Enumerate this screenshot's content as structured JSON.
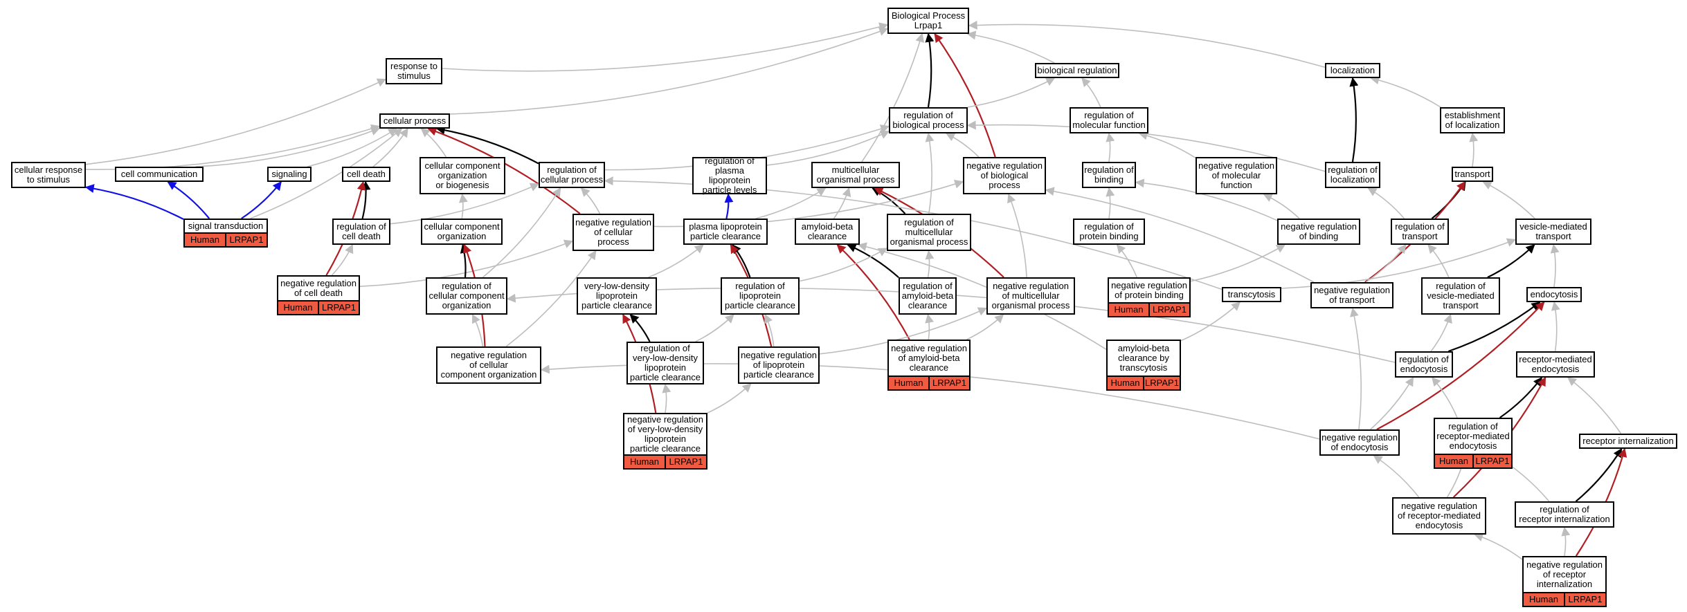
{
  "colors": {
    "is_a": "#bdbdbd",
    "part_of": "#000000",
    "negatively_regulates": "#b01e23",
    "positively_regulates": "#1010e6",
    "annotation_fill": "#f05a40"
  },
  "nodes": {
    "bp": "Biological Process\nLrpap1",
    "resp_stim": "response to\nstimulus",
    "bio_reg": "biological regulation",
    "localization": "localization",
    "cell_proc": "cellular process",
    "reg_bio_proc": "regulation of\nbiological process",
    "reg_mol_func": "regulation of\nmolecular function",
    "est_loc": "establishment\nof localization",
    "cell_resp": "cellular response\nto stimulus",
    "cell_comm": "cell communication",
    "signaling": "signaling",
    "cell_death": "cell death",
    "ccob": "cellular component\norganization\nor biogenesis",
    "reg_cell_proc": "regulation of\ncellular process",
    "reg_plasma_lev": "regulation of\nplasma lipoprotein\nparticle levels",
    "multi_org": "multicellular\norganismal process",
    "neg_reg_bio": "negative regulation\nof biological\nprocess",
    "reg_binding": "regulation of\nbinding",
    "neg_reg_mol": "negative regulation\nof molecular\nfunction",
    "reg_loc": "regulation of\nlocalization",
    "transport": "transport",
    "signal_trans": "signal transduction",
    "reg_cell_death": "regulation of\ncell death",
    "cco": "cellular component\norganization",
    "neg_reg_cell_proc": "negative regulation\nof cellular\nprocess",
    "plasma_clear": "plasma lipoprotein\nparticle clearance",
    "amyloid_clear": "amyloid-beta\nclearance",
    "reg_multi_org": "regulation of\nmulticellular\norganismal process",
    "reg_prot_bind": "regulation of\nprotein binding",
    "neg_reg_binding": "negative regulation\nof binding",
    "reg_transport": "regulation of\ntransport",
    "vesicle_transport": "vesicle-mediated\ntransport",
    "neg_reg_cell_death": "negative regulation\nof cell death",
    "reg_cco": "regulation of\ncellular component\norganization",
    "vldl_clear": "very-low-density\nlipoprotein\nparticle clearance",
    "reg_lipo_clear": "regulation of\nlipoprotein\nparticle clearance",
    "reg_amyloid": "regulation of\namyloid-beta\nclearance",
    "neg_reg_multi": "negative regulation\nof multicellular\norganismal process",
    "neg_reg_prot_bind": "negative regulation\nof protein binding",
    "transcytosis": "transcytosis",
    "neg_reg_transport": "negative regulation\nof transport",
    "reg_vesicle": "regulation of\nvesicle-mediated\ntransport",
    "endocytosis": "endocytosis",
    "neg_reg_cco": "negative regulation\nof cellular\ncomponent organization",
    "reg_vldl": "regulation of\nvery-low-density\nlipoprotein\nparticle clearance",
    "neg_reg_lipo": "negative regulation\nof lipoprotein\nparticle clearance",
    "neg_reg_amyloid": "negative regulation\nof amyloid-beta\nclearance",
    "amyloid_transcyt": "amyloid-beta\nclearance by\ntranscytosis",
    "reg_endocytosis": "regulation of\nendocytosis",
    "rme": "receptor-mediated\nendocytosis",
    "neg_reg_vldl": "negative regulation\nof very-low-density\nlipoprotein\nparticle clearance",
    "neg_reg_endo": "negative regulation\nof endocytosis",
    "reg_rme": "regulation of\nreceptor-mediated\nendocytosis",
    "receptor_intern": "receptor internalization",
    "neg_reg_rme": "negative regulation\nof receptor-mediated\nendocytosis",
    "reg_receptor_intern": "regulation of\nreceptor internalization",
    "neg_reg_receptor_intern": "negative regulation\nof receptor\ninternalization"
  },
  "annotations": {
    "organism": "Human",
    "gene": "LRPAP1",
    "annotated_nodes": [
      "signal_trans",
      "neg_reg_cell_death",
      "neg_reg_prot_bind",
      "neg_reg_amyloid",
      "amyloid_transcyt",
      "neg_reg_vldl",
      "reg_rme",
      "neg_reg_receptor_intern"
    ]
  },
  "edges": [
    [
      "resp_stim",
      "bp",
      "is_a"
    ],
    [
      "cell_proc",
      "bp",
      "is_a"
    ],
    [
      "bio_reg",
      "bp",
      "is_a"
    ],
    [
      "localization",
      "bp",
      "is_a"
    ],
    [
      "multi_org",
      "bp",
      "is_a"
    ],
    [
      "reg_bio_proc",
      "bp",
      "part_of"
    ],
    [
      "neg_reg_bio",
      "bp",
      "negatively_regulates"
    ],
    [
      "reg_bio_proc",
      "bio_reg",
      "is_a"
    ],
    [
      "reg_mol_func",
      "bio_reg",
      "is_a"
    ],
    [
      "est_loc",
      "localization",
      "is_a"
    ],
    [
      "reg_loc",
      "localization",
      "part_of"
    ],
    [
      "cell_resp",
      "resp_stim",
      "is_a"
    ],
    [
      "cell_resp",
      "cell_proc",
      "is_a"
    ],
    [
      "cell_comm",
      "cell_proc",
      "is_a"
    ],
    [
      "signaling",
      "cell_proc",
      "is_a"
    ],
    [
      "cell_death",
      "cell_proc",
      "is_a"
    ],
    [
      "ccob",
      "cell_proc",
      "is_a"
    ],
    [
      "reg_cell_proc",
      "cell_proc",
      "part_of"
    ],
    [
      "neg_reg_cell_proc",
      "cell_proc",
      "negatively_regulates"
    ],
    [
      "reg_cell_proc",
      "reg_bio_proc",
      "is_a"
    ],
    [
      "reg_plasma_lev",
      "reg_bio_proc",
      "is_a"
    ],
    [
      "neg_reg_bio",
      "reg_bio_proc",
      "is_a"
    ],
    [
      "reg_loc",
      "reg_bio_proc",
      "is_a"
    ],
    [
      "reg_multi_org",
      "reg_bio_proc",
      "is_a"
    ],
    [
      "signal_trans",
      "cell_proc",
      "is_a"
    ],
    [
      "reg_binding",
      "reg_mol_func",
      "is_a"
    ],
    [
      "neg_reg_mol",
      "reg_mol_func",
      "is_a"
    ],
    [
      "transport",
      "est_loc",
      "is_a"
    ],
    [
      "signal_trans",
      "cell_resp",
      "positively_regulates"
    ],
    [
      "signal_trans",
      "cell_comm",
      "positively_regulates"
    ],
    [
      "signal_trans",
      "signaling",
      "positively_regulates"
    ],
    [
      "reg_cell_death",
      "cell_death",
      "part_of"
    ],
    [
      "neg_reg_cell_death",
      "cell_death",
      "negatively_regulates"
    ],
    [
      "cco",
      "ccob",
      "is_a"
    ],
    [
      "neg_reg_cell_proc",
      "reg_cell_proc",
      "is_a"
    ],
    [
      "reg_cell_death",
      "reg_cell_proc",
      "is_a"
    ],
    [
      "reg_cco",
      "reg_cell_proc",
      "is_a"
    ],
    [
      "plasma_clear",
      "reg_plasma_lev",
      "positively_regulates"
    ],
    [
      "amyloid_clear",
      "multi_org",
      "is_a"
    ],
    [
      "plasma_clear",
      "multi_org",
      "is_a"
    ],
    [
      "reg_multi_org",
      "multi_org",
      "part_of"
    ],
    [
      "neg_reg_multi",
      "multi_org",
      "negatively_regulates"
    ],
    [
      "neg_reg_multi",
      "neg_reg_bio",
      "is_a"
    ],
    [
      "neg_reg_cell_proc",
      "neg_reg_bio",
      "is_a"
    ],
    [
      "reg_prot_bind",
      "reg_binding",
      "is_a"
    ],
    [
      "neg_reg_binding",
      "reg_binding",
      "is_a"
    ],
    [
      "neg_reg_binding",
      "neg_reg_mol",
      "is_a"
    ],
    [
      "reg_transport",
      "reg_loc",
      "is_a"
    ],
    [
      "reg_transport",
      "transport",
      "part_of"
    ],
    [
      "neg_reg_transport",
      "transport",
      "negatively_regulates"
    ],
    [
      "vesicle_transport",
      "transport",
      "is_a"
    ],
    [
      "neg_reg_cell_death",
      "reg_cell_death",
      "is_a"
    ],
    [
      "neg_reg_cell_death",
      "neg_reg_cell_proc",
      "is_a"
    ],
    [
      "reg_cco",
      "cco",
      "part_of"
    ],
    [
      "neg_reg_cco",
      "cco",
      "negatively_regulates"
    ],
    [
      "neg_reg_cco",
      "reg_cco",
      "is_a"
    ],
    [
      "neg_reg_cco",
      "neg_reg_cell_proc",
      "is_a"
    ],
    [
      "vldl_clear",
      "plasma_clear",
      "is_a"
    ],
    [
      "reg_lipo_clear",
      "plasma_clear",
      "part_of"
    ],
    [
      "neg_reg_lipo",
      "plasma_clear",
      "negatively_regulates"
    ],
    [
      "reg_amyloid",
      "amyloid_clear",
      "part_of"
    ],
    [
      "neg_reg_amyloid",
      "amyloid_clear",
      "negatively_regulates"
    ],
    [
      "amyloid_transcyt",
      "amyloid_clear",
      "is_a"
    ],
    [
      "reg_amyloid",
      "reg_multi_org",
      "is_a"
    ],
    [
      "reg_lipo_clear",
      "reg_multi_org",
      "is_a"
    ],
    [
      "neg_reg_amyloid",
      "reg_amyloid",
      "is_a"
    ],
    [
      "neg_reg_amyloid",
      "neg_reg_multi",
      "is_a"
    ],
    [
      "neg_reg_lipo",
      "neg_reg_multi",
      "is_a"
    ],
    [
      "neg_reg_lipo",
      "reg_lipo_clear",
      "is_a"
    ],
    [
      "neg_reg_prot_bind",
      "reg_prot_bind",
      "is_a"
    ],
    [
      "neg_reg_prot_bind",
      "neg_reg_binding",
      "is_a"
    ],
    [
      "transcytosis",
      "vesicle_transport",
      "is_a"
    ],
    [
      "transcytosis",
      "reg_cell_proc",
      "is_a"
    ],
    [
      "amyloid_transcyt",
      "transcytosis",
      "is_a"
    ],
    [
      "neg_reg_transport",
      "reg_transport",
      "is_a"
    ],
    [
      "neg_reg_transport",
      "neg_reg_bio",
      "is_a"
    ],
    [
      "reg_vesicle",
      "reg_transport",
      "is_a"
    ],
    [
      "reg_vesicle",
      "vesicle_transport",
      "part_of"
    ],
    [
      "endocytosis",
      "vesicle_transport",
      "is_a"
    ],
    [
      "reg_vldl",
      "vldl_clear",
      "part_of"
    ],
    [
      "neg_reg_vldl",
      "vldl_clear",
      "negatively_regulates"
    ],
    [
      "neg_reg_vldl",
      "reg_vldl",
      "is_a"
    ],
    [
      "neg_reg_vldl",
      "neg_reg_lipo",
      "is_a"
    ],
    [
      "reg_vldl",
      "reg_lipo_clear",
      "is_a"
    ],
    [
      "reg_endocytosis",
      "reg_vesicle",
      "is_a"
    ],
    [
      "reg_endocytosis",
      "endocytosis",
      "part_of"
    ],
    [
      "reg_endocytosis",
      "reg_cco",
      "is_a"
    ],
    [
      "neg_reg_endo",
      "endocytosis",
      "negatively_regulates"
    ],
    [
      "neg_reg_endo",
      "reg_endocytosis",
      "is_a"
    ],
    [
      "neg_reg_endo",
      "neg_reg_transport",
      "is_a"
    ],
    [
      "neg_reg_endo",
      "neg_reg_cco",
      "is_a"
    ],
    [
      "rme",
      "endocytosis",
      "is_a"
    ],
    [
      "reg_rme",
      "rme",
      "part_of"
    ],
    [
      "reg_rme",
      "reg_endocytosis",
      "is_a"
    ],
    [
      "neg_reg_rme",
      "rme",
      "negatively_regulates"
    ],
    [
      "neg_reg_rme",
      "reg_rme",
      "is_a"
    ],
    [
      "neg_reg_rme",
      "neg_reg_endo",
      "is_a"
    ],
    [
      "receptor_intern",
      "rme",
      "is_a"
    ],
    [
      "reg_receptor_intern",
      "receptor_intern",
      "part_of"
    ],
    [
      "reg_receptor_intern",
      "reg_rme",
      "is_a"
    ],
    [
      "neg_reg_receptor_intern",
      "receptor_intern",
      "negatively_regulates"
    ],
    [
      "neg_reg_receptor_intern",
      "reg_receptor_intern",
      "is_a"
    ],
    [
      "neg_reg_receptor_intern",
      "neg_reg_rme",
      "is_a"
    ]
  ]
}
